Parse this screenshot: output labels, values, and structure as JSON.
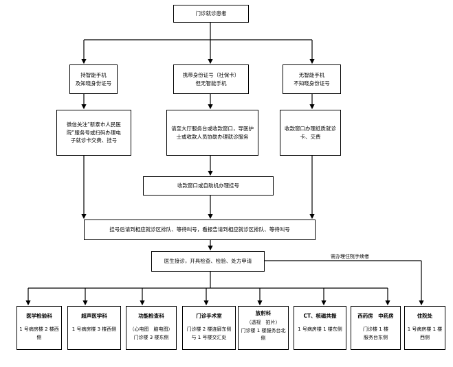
{
  "diagram": {
    "root": "门诊就诊患者",
    "branches": [
      {
        "condition": [
          "持智能手机",
          "及知晓身份证号"
        ],
        "action": [
          "微信关注“新泰市人民医",
          "院”服务号或扫码办理电",
          "子就诊卡交费、挂号"
        ]
      },
      {
        "condition": [
          "携带身份证号（社保卡）",
          "但无智能手机"
        ],
        "action": [
          "请至大厅服务台或收款窗口，导医护",
          "士或收款人员协助办理就诊服务"
        ]
      },
      {
        "condition": [
          "无智能手机",
          "不知晓身份证号"
        ],
        "action": [
          "收款窗口办理纸质就诊",
          "卡、交费"
        ]
      }
    ],
    "register": "收款窗口或自助机办理挂号",
    "queue": "挂号后请到相应就诊区排队、等待叫号，看报告请到相应就诊区排队、等待叫号",
    "consult": "医生接诊，开具检查、检验、处方申请",
    "side_note": "需办理住院手续者",
    "departments": [
      {
        "name": "医学检验科",
        "location": [
          "1 号病房楼 2 楼西",
          "侧"
        ]
      },
      {
        "name": "超声医学科",
        "location": [
          "1 号病房楼 3 楼西侧"
        ]
      },
      {
        "name": "功能检查科",
        "location": [
          "（心电图　脑电图）",
          "门诊楼 3 楼东侧"
        ]
      },
      {
        "name": "门诊手术室",
        "location": [
          "门诊楼 2 楼连廊东侧",
          "与 1 号楼交汇处"
        ]
      },
      {
        "name": "放射科",
        "location": [
          "（透视　拍片）",
          "门诊楼 1 楼服务台北",
          "侧"
        ]
      },
      {
        "name": "CT、核磁共振",
        "location": [
          "1 号病房楼 1 楼东侧"
        ]
      },
      {
        "name": "西药房　中药房",
        "location": [
          "门诊楼 1 楼",
          "服务台东侧"
        ]
      },
      {
        "name": "住院处",
        "location": [
          "1 号病房楼 1 楼",
          "西侧"
        ]
      }
    ]
  }
}
